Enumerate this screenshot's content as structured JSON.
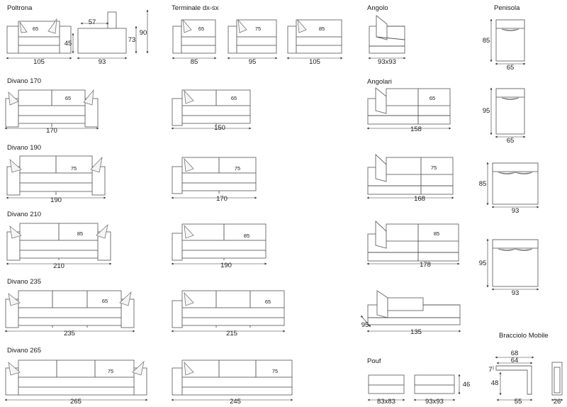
{
  "headings": {
    "poltrona": "Poltrona",
    "terminale": "Terminale dx-sx",
    "angolo": "Angolo",
    "penisola": "Penisola",
    "divano170": "Divano 170",
    "divano190": "Divano 190",
    "divano210": "Divano 210",
    "divano235": "Divano 235",
    "divano265": "Divano 265",
    "angolari": "Angolari",
    "pouf": "Pouf",
    "bracciolo": "Bracciolo Mobile"
  },
  "poltrona": {
    "seat": "65",
    "width": "105",
    "back": "57",
    "depth": "93",
    "seat_h": "45",
    "arm_h": "73",
    "total_h": "90"
  },
  "terminali": [
    {
      "seat": "65",
      "width": "85"
    },
    {
      "seat": "75",
      "width": "95"
    },
    {
      "seat": "85",
      "width": "105"
    }
  ],
  "angolo": {
    "size": "93x93"
  },
  "penisola": [
    {
      "depth": "85",
      "width": "65"
    },
    {
      "depth": "95",
      "width": "65"
    },
    {
      "depth": "85",
      "width": "93"
    },
    {
      "depth": "95",
      "width": "93"
    }
  ],
  "divani": [
    {
      "seat": "65",
      "width": "170"
    },
    {
      "seat": "75",
      "width": "190"
    },
    {
      "seat": "85",
      "width": "210"
    },
    {
      "seat": "65",
      "width": "235"
    },
    {
      "seat": "75",
      "width": "265"
    }
  ],
  "divani_mid": [
    {
      "seat": "65",
      "width": "150"
    },
    {
      "seat": "75",
      "width": "170"
    },
    {
      "seat": "85",
      "width": "190"
    },
    {
      "seat": "65",
      "width": "215"
    },
    {
      "seat": "75",
      "width": "245"
    }
  ],
  "angolari": [
    {
      "seat": "65",
      "width": "158"
    },
    {
      "seat": "75",
      "width": "168"
    },
    {
      "seat": "85",
      "width": "178"
    },
    {
      "depth": "95",
      "width": "135"
    }
  ],
  "pouf": {
    "height": "46",
    "size_a": "83x83",
    "size_b": "93x93"
  },
  "bracciolo": {
    "top": "68",
    "inner": "64",
    "height": "48",
    "top_h": "7",
    "depth": "55",
    "side": "26"
  }
}
